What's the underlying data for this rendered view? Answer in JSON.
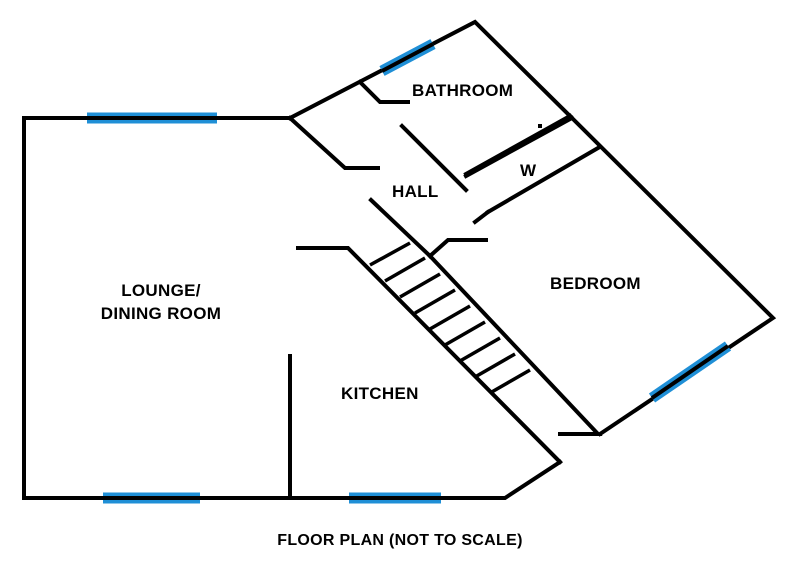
{
  "plan": {
    "caption": "FLOOR PLAN (NOT TO SCALE)",
    "window_color": "#1F8FD6",
    "wall_color": "#000000",
    "rooms": {
      "bathroom": "BATHROOM",
      "w": "W",
      "hall": "HALL",
      "lounge_line1": "LOUNGE/",
      "lounge_line2": "DINING ROOM",
      "bedroom": "BEDROOM",
      "kitchen": "KITCHEN"
    }
  }
}
